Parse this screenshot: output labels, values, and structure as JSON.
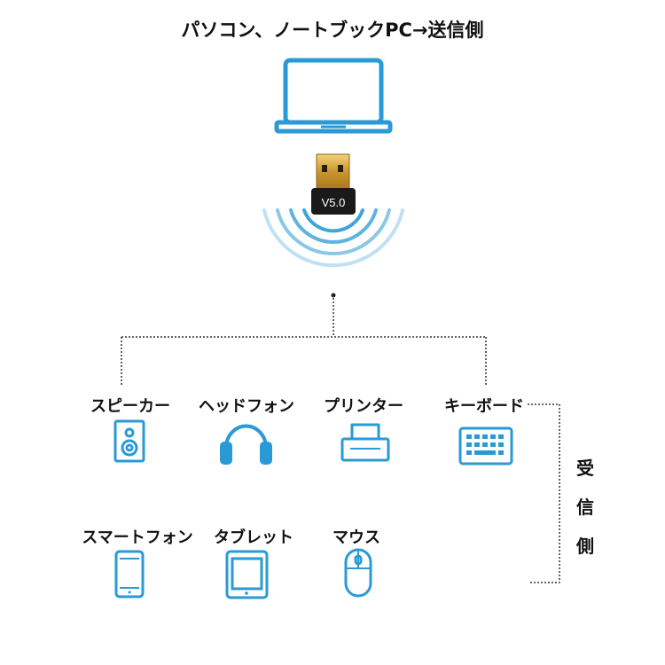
{
  "title": "パソコン、ノートブックPC→送信側",
  "dongle": {
    "version": "V5.0"
  },
  "devices": [
    {
      "id": "speaker",
      "label": "スピーカー",
      "icon": "speaker-icon"
    },
    {
      "id": "headphones",
      "label": "ヘッドフォン",
      "icon": "headphones-icon"
    },
    {
      "id": "printer",
      "label": "プリンター",
      "icon": "printer-icon"
    },
    {
      "id": "keyboard",
      "label": "キーボード",
      "icon": "keyboard-icon"
    },
    {
      "id": "smartphone",
      "label": "スマートフォン",
      "icon": "smartphone-icon"
    },
    {
      "id": "tablet",
      "label": "タブレット",
      "icon": "tablet-icon"
    },
    {
      "id": "mouse",
      "label": "マウス",
      "icon": "mouse-icon"
    }
  ],
  "receiver_side": [
    "受",
    "信",
    "側"
  ],
  "colors": {
    "icon_blue": "#2a9ad6",
    "line": "#333333"
  }
}
